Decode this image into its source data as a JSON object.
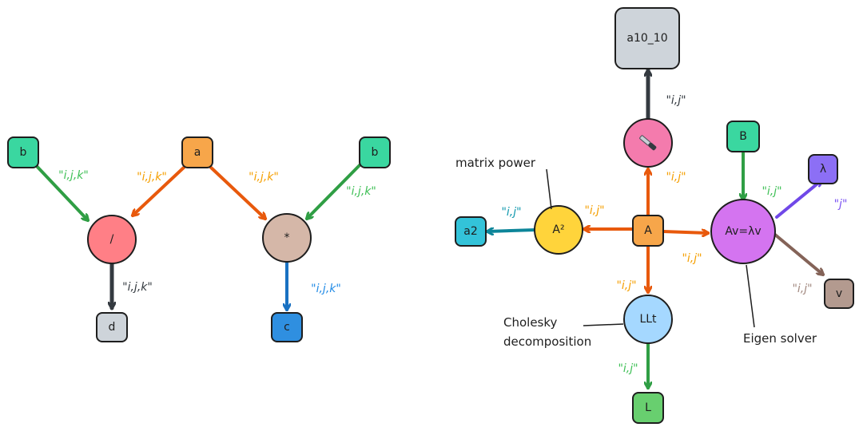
{
  "colors": {
    "green_node": "#3ad7a0",
    "orange_node": "#f7a64a",
    "pink_node": "#ff7f86",
    "tan_node": "#d5b7a8",
    "gray_node": "#ced4da",
    "blue_node": "#2f8fe0",
    "yellow_node": "#ffd43b",
    "teal_node": "#33c3d9",
    "rose_node": "#f47bad",
    "purple_node": "#d474f0",
    "violet_node": "#8c6ff5",
    "brown_node": "#b39a8f",
    "lightblue_node": "#a5d8ff",
    "lightgreen_node": "#68cf6f",
    "edge_green": "#2f9e44",
    "edge_orange": "#e8590c",
    "edge_dark": "#343a40",
    "edge_blue": "#1971c2",
    "edge_teal": "#0c8599",
    "edge_purple": "#7048e8",
    "edge_brown": "#846358",
    "label_green": "#40c057",
    "label_orange": "#f59f00",
    "label_blue": "#228be6",
    "label_teal": "#1098ad",
    "label_purple": "#7950f2",
    "label_brown": "#a1887f",
    "label_dark": "#343a40"
  },
  "nodes": {
    "b_left": {
      "text": "b",
      "icon": "square-node"
    },
    "a": {
      "text": "a",
      "icon": "square-node"
    },
    "b_right": {
      "text": "b",
      "icon": "square-node"
    },
    "divide": {
      "text": "/",
      "icon": "circle-node"
    },
    "multiply": {
      "text": "*",
      "icon": "circle-node"
    },
    "d": {
      "text": "d",
      "icon": "square-node"
    },
    "c": {
      "text": "c",
      "icon": "square-node"
    },
    "a10_10": {
      "text": "a10_10",
      "icon": "square-node"
    },
    "knife": {
      "text": "",
      "icon": "knife-icon"
    },
    "B": {
      "text": "B",
      "icon": "square-node"
    },
    "lambda": {
      "text": "λ",
      "icon": "square-node"
    },
    "matpow": {
      "text": "A²",
      "icon": "circle-node"
    },
    "A": {
      "text": "A",
      "icon": "square-node"
    },
    "eigen": {
      "text": "Av=λv",
      "icon": "circle-node"
    },
    "a2": {
      "text": "a2",
      "icon": "square-node"
    },
    "v": {
      "text": "v",
      "icon": "square-node"
    },
    "llt": {
      "text": "LLt",
      "icon": "circle-node"
    },
    "L": {
      "text": "L",
      "icon": "square-node"
    }
  },
  "edge_labels": {
    "b_left_to_divide": "\"i,j,k\"",
    "a_to_divide": "\"i,j,k\"",
    "a_to_multiply": "\"i,j,k\"",
    "b_right_to_multiply": "\"i,j,k\"",
    "divide_to_d": "\"i,j,k\"",
    "multiply_to_c": "\"i,j,k\"",
    "knife_to_a10": "\"i,j\"",
    "A_to_knife": "\"i,j\"",
    "B_to_eigen": "\"i,j\"",
    "eigen_to_lambda": "\"j\"",
    "matpow_to_a2": "\"i,j\"",
    "A_to_matpow": "\"i,j\"",
    "A_to_eigen": "\"i,j\"",
    "eigen_to_v": "\"i,j\"",
    "A_to_llt": "\"i,j\"",
    "llt_to_L": "\"i,j\""
  },
  "annotations": {
    "matrix_power": "matrix power",
    "cholesky_line1": "Cholesky",
    "cholesky_line2": "decomposition",
    "eigen_solver": "Eigen solver"
  }
}
